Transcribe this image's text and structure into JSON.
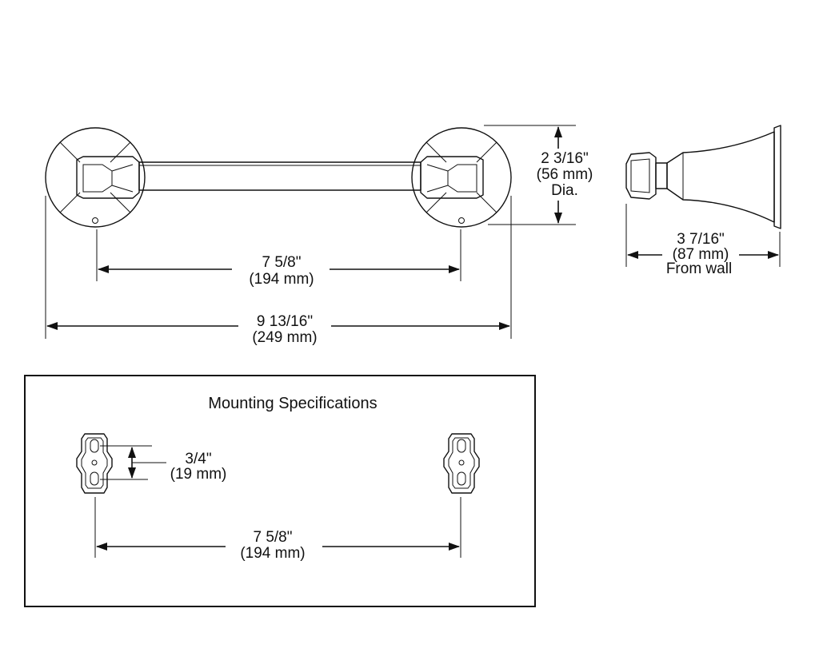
{
  "front_view": {
    "length_dim": {
      "fraction": "7 5/8\"",
      "metric": "(194 mm)"
    },
    "overall_dim": {
      "fraction": "9 13/16\"",
      "metric": "(249 mm)"
    },
    "flange_dim": {
      "fraction": "2 3/16\"",
      "metric": "(56 mm)",
      "suffix": "Dia."
    }
  },
  "side_view": {
    "projection_dim": {
      "fraction": "3 7/16\"",
      "metric": "(87 mm)",
      "suffix": "From wall"
    }
  },
  "mounting": {
    "title": "Mounting Specifications",
    "slot_dim": {
      "fraction": "3/4\"",
      "metric": "(19 mm)"
    },
    "spacing_dim": {
      "fraction": "7 5/8\"",
      "metric": "(194 mm)"
    }
  }
}
